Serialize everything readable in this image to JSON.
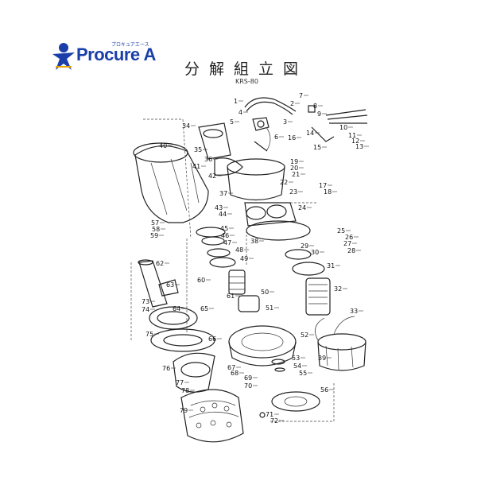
{
  "logo": {
    "name": "Procure A",
    "kana": "プロキュアエース",
    "icon": "star-figure-icon",
    "color": "#1a3fa8"
  },
  "title": "分解組立図",
  "model": "KRS-80",
  "parts": [
    {
      "n": "1"
    },
    {
      "n": "2"
    },
    {
      "n": "3"
    },
    {
      "n": "4"
    },
    {
      "n": "5"
    },
    {
      "n": "6"
    },
    {
      "n": "7"
    },
    {
      "n": "8"
    },
    {
      "n": "9"
    },
    {
      "n": "10"
    },
    {
      "n": "11"
    },
    {
      "n": "12"
    },
    {
      "n": "13"
    },
    {
      "n": "14"
    },
    {
      "n": "15"
    },
    {
      "n": "16"
    },
    {
      "n": "17"
    },
    {
      "n": "18"
    },
    {
      "n": "19"
    },
    {
      "n": "20"
    },
    {
      "n": "21"
    },
    {
      "n": "22"
    },
    {
      "n": "23"
    },
    {
      "n": "24"
    },
    {
      "n": "25"
    },
    {
      "n": "26"
    },
    {
      "n": "27"
    },
    {
      "n": "28"
    },
    {
      "n": "29"
    },
    {
      "n": "30"
    },
    {
      "n": "31"
    },
    {
      "n": "32"
    },
    {
      "n": "33"
    },
    {
      "n": "34"
    },
    {
      "n": "35"
    },
    {
      "n": "36"
    },
    {
      "n": "37"
    },
    {
      "n": "38"
    },
    {
      "n": "39"
    },
    {
      "n": "40"
    },
    {
      "n": "41"
    },
    {
      "n": "42"
    },
    {
      "n": "43"
    },
    {
      "n": "44"
    },
    {
      "n": "45"
    },
    {
      "n": "46"
    },
    {
      "n": "47"
    },
    {
      "n": "48"
    },
    {
      "n": "49"
    },
    {
      "n": "50"
    },
    {
      "n": "51"
    },
    {
      "n": "52"
    },
    {
      "n": "53"
    },
    {
      "n": "54"
    },
    {
      "n": "55"
    },
    {
      "n": "56"
    },
    {
      "n": "57"
    },
    {
      "n": "58"
    },
    {
      "n": "59"
    },
    {
      "n": "60"
    },
    {
      "n": "61"
    },
    {
      "n": "62"
    },
    {
      "n": "63"
    },
    {
      "n": "64"
    },
    {
      "n": "65"
    },
    {
      "n": "66"
    },
    {
      "n": "67"
    },
    {
      "n": "68"
    },
    {
      "n": "69"
    },
    {
      "n": "70"
    },
    {
      "n": "71"
    },
    {
      "n": "72"
    },
    {
      "n": "73"
    },
    {
      "n": "74"
    },
    {
      "n": "75"
    },
    {
      "n": "76"
    },
    {
      "n": "77"
    },
    {
      "n": "78"
    },
    {
      "n": "79"
    }
  ]
}
